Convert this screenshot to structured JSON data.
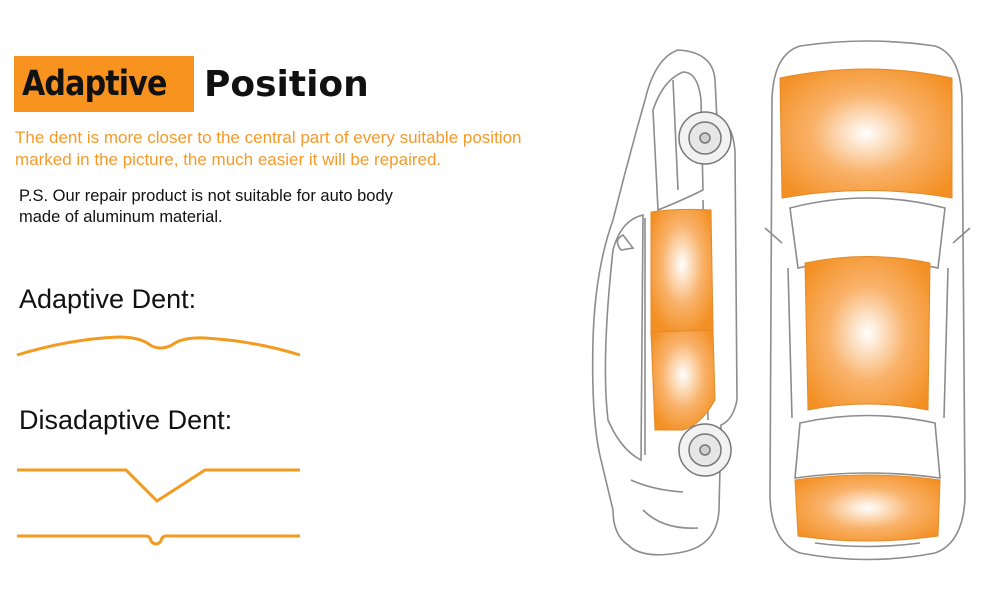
{
  "title": {
    "highlight": "Adaptive",
    "rest": "Position"
  },
  "description": "The dent is more closer to the central part of every suitable position marked in the picture, the much easier it will be repaired.",
  "note": "P.S. Our repair product is not suitable for auto body made of aluminum material.",
  "labels": {
    "adaptive": "Adaptive Dent:",
    "disadaptive": "Disadaptive Dent:"
  },
  "colors": {
    "accent": "#f7931e",
    "description_text": "#f59a2a",
    "dent_line": "#f39a21",
    "car_outline": "#8c8c8c"
  },
  "icons": [
    "car-side-view-illustration",
    "car-top-view-illustration"
  ]
}
